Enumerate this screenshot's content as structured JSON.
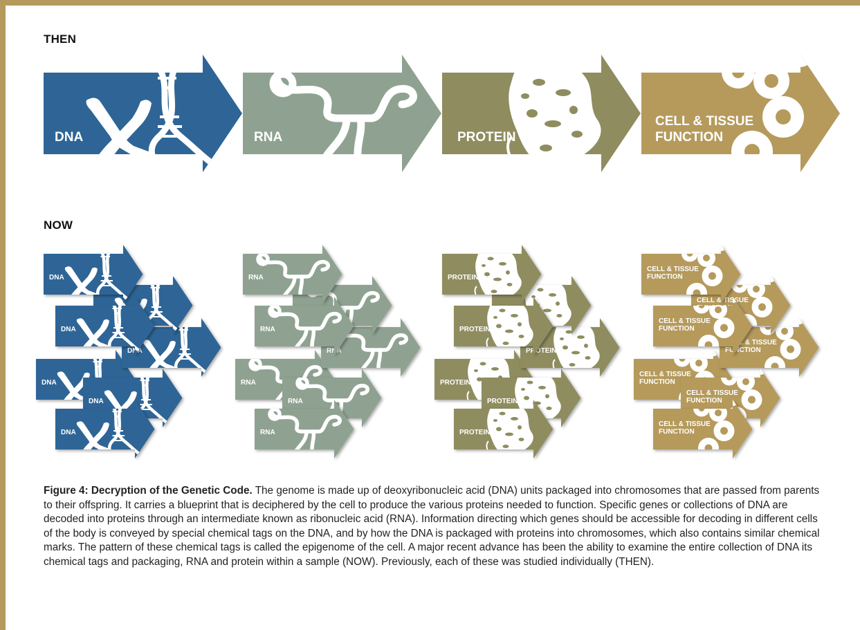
{
  "sections": {
    "then_label": "THEN",
    "now_label": "NOW"
  },
  "colors": {
    "dna": "#2e6596",
    "rna": "#8fa291",
    "protein": "#8f8d5f",
    "cell": "#b59a5c",
    "frame": "#b59a5c"
  },
  "then_arrows": [
    {
      "id": "dna",
      "label": "DNA",
      "icon": "dna-helix-icon"
    },
    {
      "id": "rna",
      "label": "RNA",
      "icon": "rna-strand-icon"
    },
    {
      "id": "protein",
      "label": "PROTEIN",
      "icon": "protein-fold-icon"
    },
    {
      "id": "cell",
      "label_line1": "CELL & TISSUE",
      "label_line2": "FUNCTION",
      "icon": "cells-icon"
    }
  ],
  "now_groups": [
    {
      "id": "dna",
      "label": "DNA"
    },
    {
      "id": "rna",
      "label": "RNA"
    },
    {
      "id": "protein",
      "label": "PROTEIN"
    },
    {
      "id": "cell",
      "label_line1": "CELL & TISSUE",
      "label_line2": "FUNCTION"
    }
  ],
  "caption": {
    "title": "Figure 4: Decryption of the Genetic Code.",
    "body": " The genome is made up of deoxyribonucleic acid (DNA) units packaged into chromosomes that are passed from parents to their offspring. It carries a blueprint that is deciphered by the cell to produce the various proteins needed to function. Specific genes or collections of DNA are decoded into proteins through an intermediate known as ribonucleic acid (RNA). Information directing which genes should be accessible for decoding in different cells of the body is conveyed by special chemical tags on the DNA, and by how the DNA is packaged with proteins into chromosomes, which also contains similar chemical marks. The pattern of these chemical tags is called the epigenome of the cell. A major recent advance has been the ability to examine the entire collection of DNA its chemical tags and packaging, RNA and protein within a sample (NOW). Previously, each of these was studied individually (THEN)."
  }
}
